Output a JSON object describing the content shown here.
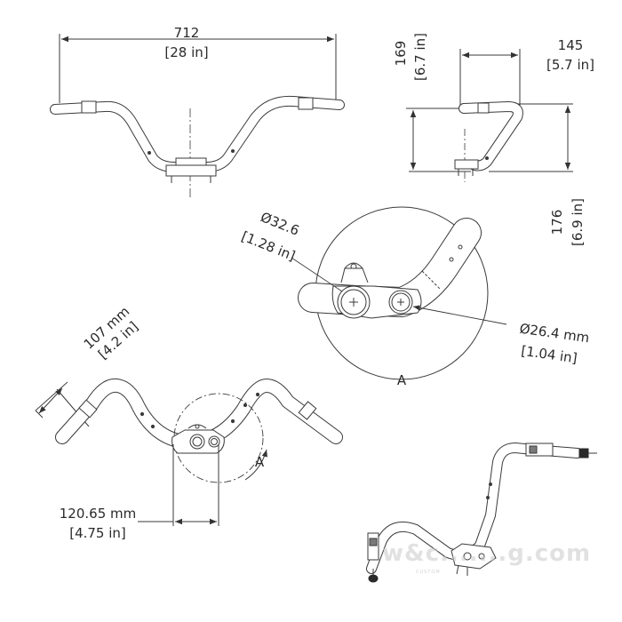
{
  "dimensions": {
    "front_width": {
      "mm": "712",
      "inch": "[28 in]"
    },
    "side_height": {
      "mm": "169",
      "inch": "[6.7 in]"
    },
    "side_pullback": {
      "mm": "145",
      "inch": "[5.7 in]"
    },
    "side_rise": {
      "mm": "176",
      "inch": "[6.9 in]"
    },
    "clamp_bore": {
      "mm": "Ø32.6",
      "inch": "[1.28 in]"
    },
    "bar_diameter": {
      "mm": "Ø26.4 mm",
      "inch": "[1.04 in]"
    },
    "grip_length": {
      "mm": "107 mm",
      "inch": "[4.2 in]"
    },
    "clamp_spacing": {
      "mm": "120.65 mm",
      "inch": "[4.75 in]"
    }
  },
  "detail": {
    "callout": "A",
    "detail_label": "A"
  },
  "watermark": {
    "text": "w&c.......g.com",
    "subtext": "CUSTOM"
  },
  "colors": {
    "line": "#3a3a3a",
    "bar_fill": "#ffffff",
    "text": "#2a2a2a"
  }
}
